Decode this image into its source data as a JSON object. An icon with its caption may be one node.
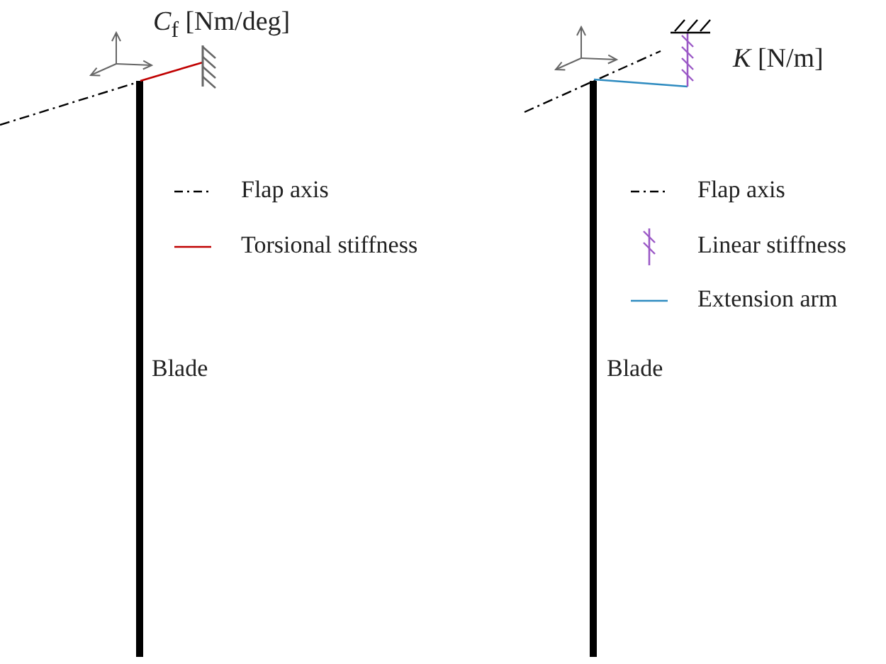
{
  "diagram": {
    "labels": [
      "*C*$_{f}$ [Nm/deg]",
      "*K* [N/m]",
      "Blade",
      "Blade"
    ],
    "legend": [
      {
        "text": "Flap axis"
      },
      {
        "text": "Torsional stiffness"
      },
      {
        "text": "Flap axis"
      },
      {
        "text": "Linear stiffness"
      },
      {
        "text": "Extension arm"
      }
    ]
  }
}
